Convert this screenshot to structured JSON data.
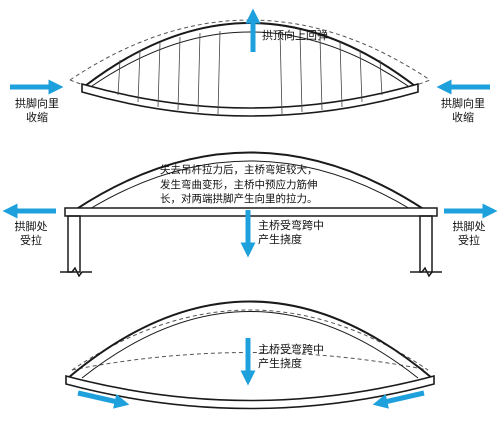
{
  "panel1": {
    "arrow_label": "拱顶向上回弹",
    "left_label": "拱脚向里\n收缩",
    "right_label": "拱脚向里\n收缩"
  },
  "panel2": {
    "note": "失去吊杆拉力后，主桥弯矩较大，\n发生弯曲变形，主桥中预应力筋伸\n长，对两端拱脚产生向里的拉力。",
    "arrow_label": "主桥受弯跨中\n产生挠度",
    "left_label": "拱脚处\n受拉",
    "right_label": "拱脚处\n受拉"
  },
  "panel3": {
    "arrow_label": "主桥受弯跨中\n产生挠度"
  },
  "colors": {
    "arrow": "#1ea0dc",
    "line": "#1a1a1a",
    "dashed": "#555555"
  }
}
